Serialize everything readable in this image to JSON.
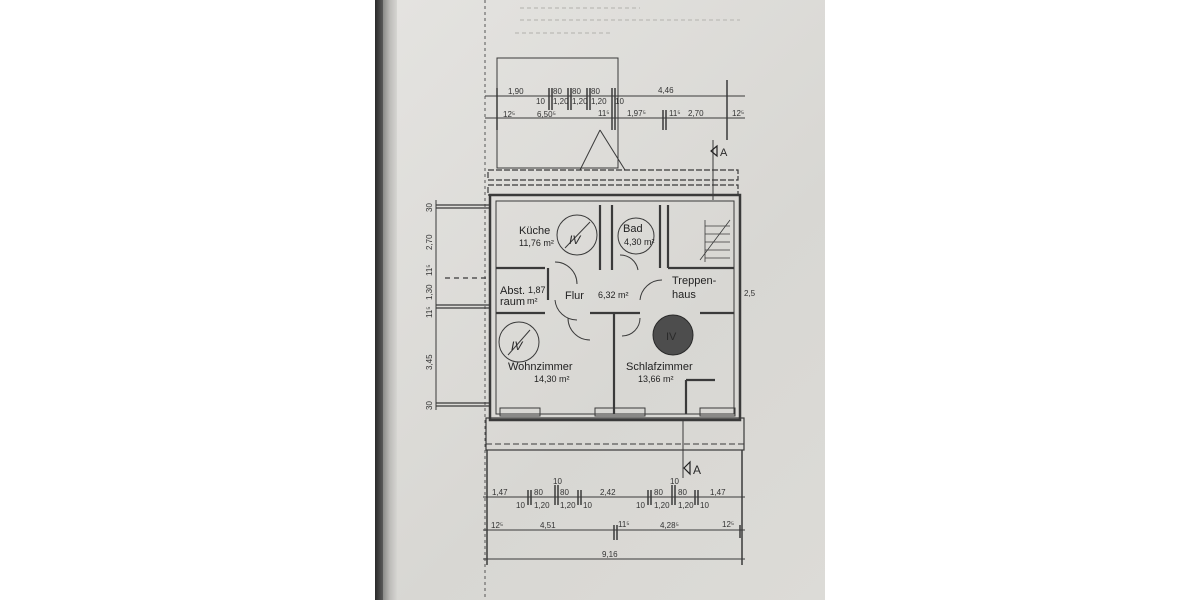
{
  "document": {
    "type": "floor plan (photographed paper)",
    "section_marker": "A"
  },
  "rooms": [
    {
      "name": "Küche",
      "area": "11,76 m²",
      "zone": "IV"
    },
    {
      "name": "Bad",
      "area": "4,30 m²"
    },
    {
      "name": "Treppen-",
      "name2": "haus"
    },
    {
      "name": "Abst.",
      "name2": "raum",
      "area": "1,87",
      "area_unit": "m²"
    },
    {
      "name": "Flur",
      "area": "6,32 m²"
    },
    {
      "name": "Wohnzimmer",
      "area": "14,30 m²",
      "zone": "IV"
    },
    {
      "name": "Schlafzimmer",
      "area": "13,66 m²",
      "zone": "IV"
    }
  ],
  "dimensions": {
    "top_row1": [
      "1,90",
      "80",
      "80",
      "80",
      "4,46"
    ],
    "top_row1_sub": [
      "10",
      "1,20",
      "1,20",
      "1,20",
      "10"
    ],
    "top_row2": [
      "12⁵",
      "6,50⁵",
      "11⁵",
      "1,97⁵",
      "11⁵",
      "2,70",
      "12⁵"
    ],
    "bottom_row1": [
      "1,47",
      "80",
      "80",
      "2,42",
      "80",
      "80",
      "1,47"
    ],
    "bottom_row1_sub": [
      "10",
      "1,20",
      "1,20",
      "10",
      "10",
      "1,20",
      "1,20",
      "10"
    ],
    "bottom_top_marks": [
      "10",
      "10"
    ],
    "bottom_row2": [
      "12⁵",
      "4,51",
      "11⁵",
      "4,28⁵",
      "12⁵"
    ],
    "bottom_total": "9,16",
    "left_vertical": [
      "30",
      "2,70",
      "11⁵",
      "1,30",
      "11⁵",
      "3,45",
      "30"
    ],
    "right_side": "2,5"
  },
  "section_labels": [
    "A",
    "A"
  ]
}
